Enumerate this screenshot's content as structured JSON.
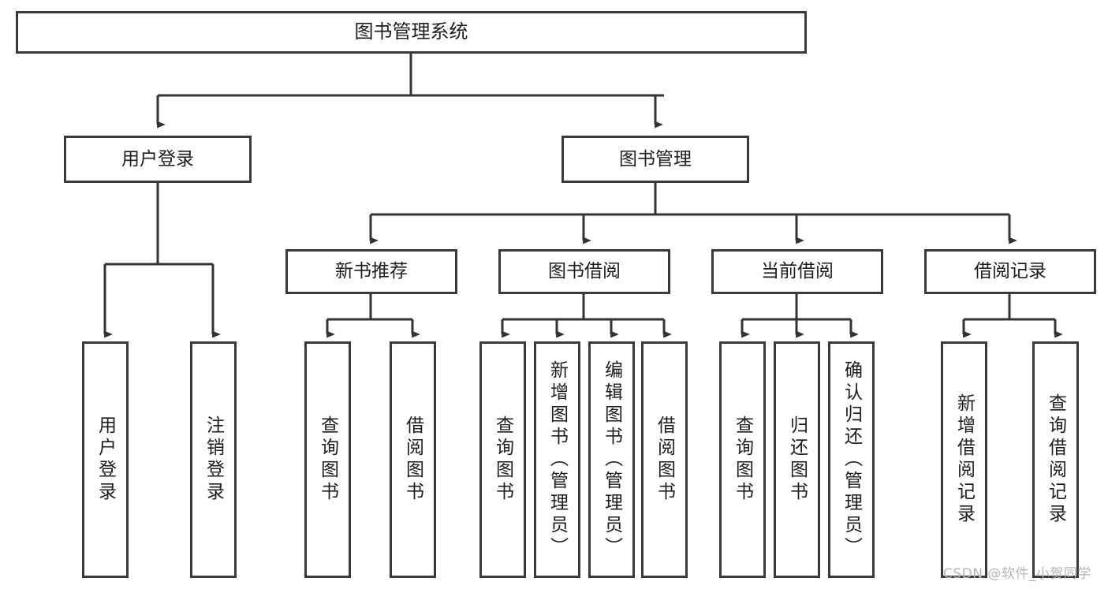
{
  "diagram": {
    "title": "图书管理系统",
    "type": "hierarchy-tree",
    "levels": 4,
    "colors": {
      "box_border": "#3a3a3a",
      "box_fill": "#ffffff",
      "connector": "#333333",
      "text": "#1d1d1d",
      "background": "#ffffff",
      "watermark": "#b6b6b6"
    },
    "root": {
      "id": "root",
      "label": "图书管理系统",
      "orientation": "horizontal"
    },
    "level2": [
      {
        "id": "user-login",
        "label": "用户登录",
        "orientation": "horizontal"
      },
      {
        "id": "book-management",
        "label": "图书管理",
        "orientation": "horizontal"
      }
    ],
    "level3": [
      {
        "id": "new-book-recommend",
        "label": "新书推荐",
        "orientation": "horizontal",
        "parent": "book-management"
      },
      {
        "id": "book-borrow",
        "label": "图书借阅",
        "orientation": "horizontal",
        "parent": "book-management"
      },
      {
        "id": "current-borrow",
        "label": "当前借阅",
        "orientation": "horizontal",
        "parent": "book-management"
      },
      {
        "id": "borrow-record",
        "label": "借阅记录",
        "orientation": "horizontal",
        "parent": "book-management"
      }
    ],
    "leaves": [
      {
        "id": "leaf-user-login",
        "label": "用户登录",
        "orientation": "vertical",
        "parent": "user-login"
      },
      {
        "id": "leaf-user-logout",
        "label": "注销登录",
        "orientation": "vertical",
        "parent": "user-login"
      },
      {
        "id": "leaf-query-book-1",
        "label": "查询图书",
        "orientation": "vertical",
        "parent": "new-book-recommend"
      },
      {
        "id": "leaf-borrow-book-1",
        "label": "借阅图书",
        "orientation": "vertical",
        "parent": "new-book-recommend"
      },
      {
        "id": "leaf-query-book-2",
        "label": "查询图书",
        "orientation": "vertical",
        "parent": "book-borrow"
      },
      {
        "id": "leaf-add-book",
        "label": "新增图书（管理员）",
        "orientation": "vertical",
        "parent": "book-borrow"
      },
      {
        "id": "leaf-edit-book",
        "label": "编辑图书（管理员）",
        "orientation": "vertical",
        "parent": "book-borrow"
      },
      {
        "id": "leaf-borrow-book-2",
        "label": "借阅图书",
        "orientation": "vertical",
        "parent": "book-borrow"
      },
      {
        "id": "leaf-query-book-3",
        "label": "查询图书",
        "orientation": "vertical",
        "parent": "current-borrow"
      },
      {
        "id": "leaf-return-book",
        "label": "归还图书",
        "orientation": "vertical",
        "parent": "current-borrow"
      },
      {
        "id": "leaf-confirm-return",
        "label": "确认归还（管理员）",
        "orientation": "vertical",
        "parent": "current-borrow"
      },
      {
        "id": "leaf-add-record",
        "label": "新增借阅记录",
        "orientation": "vertical",
        "parent": "borrow-record"
      },
      {
        "id": "leaf-query-record",
        "label": "查询借阅记录",
        "orientation": "vertical",
        "parent": "borrow-record"
      }
    ]
  },
  "watermark": {
    "text": "CSDN @软件_小贺同学"
  }
}
